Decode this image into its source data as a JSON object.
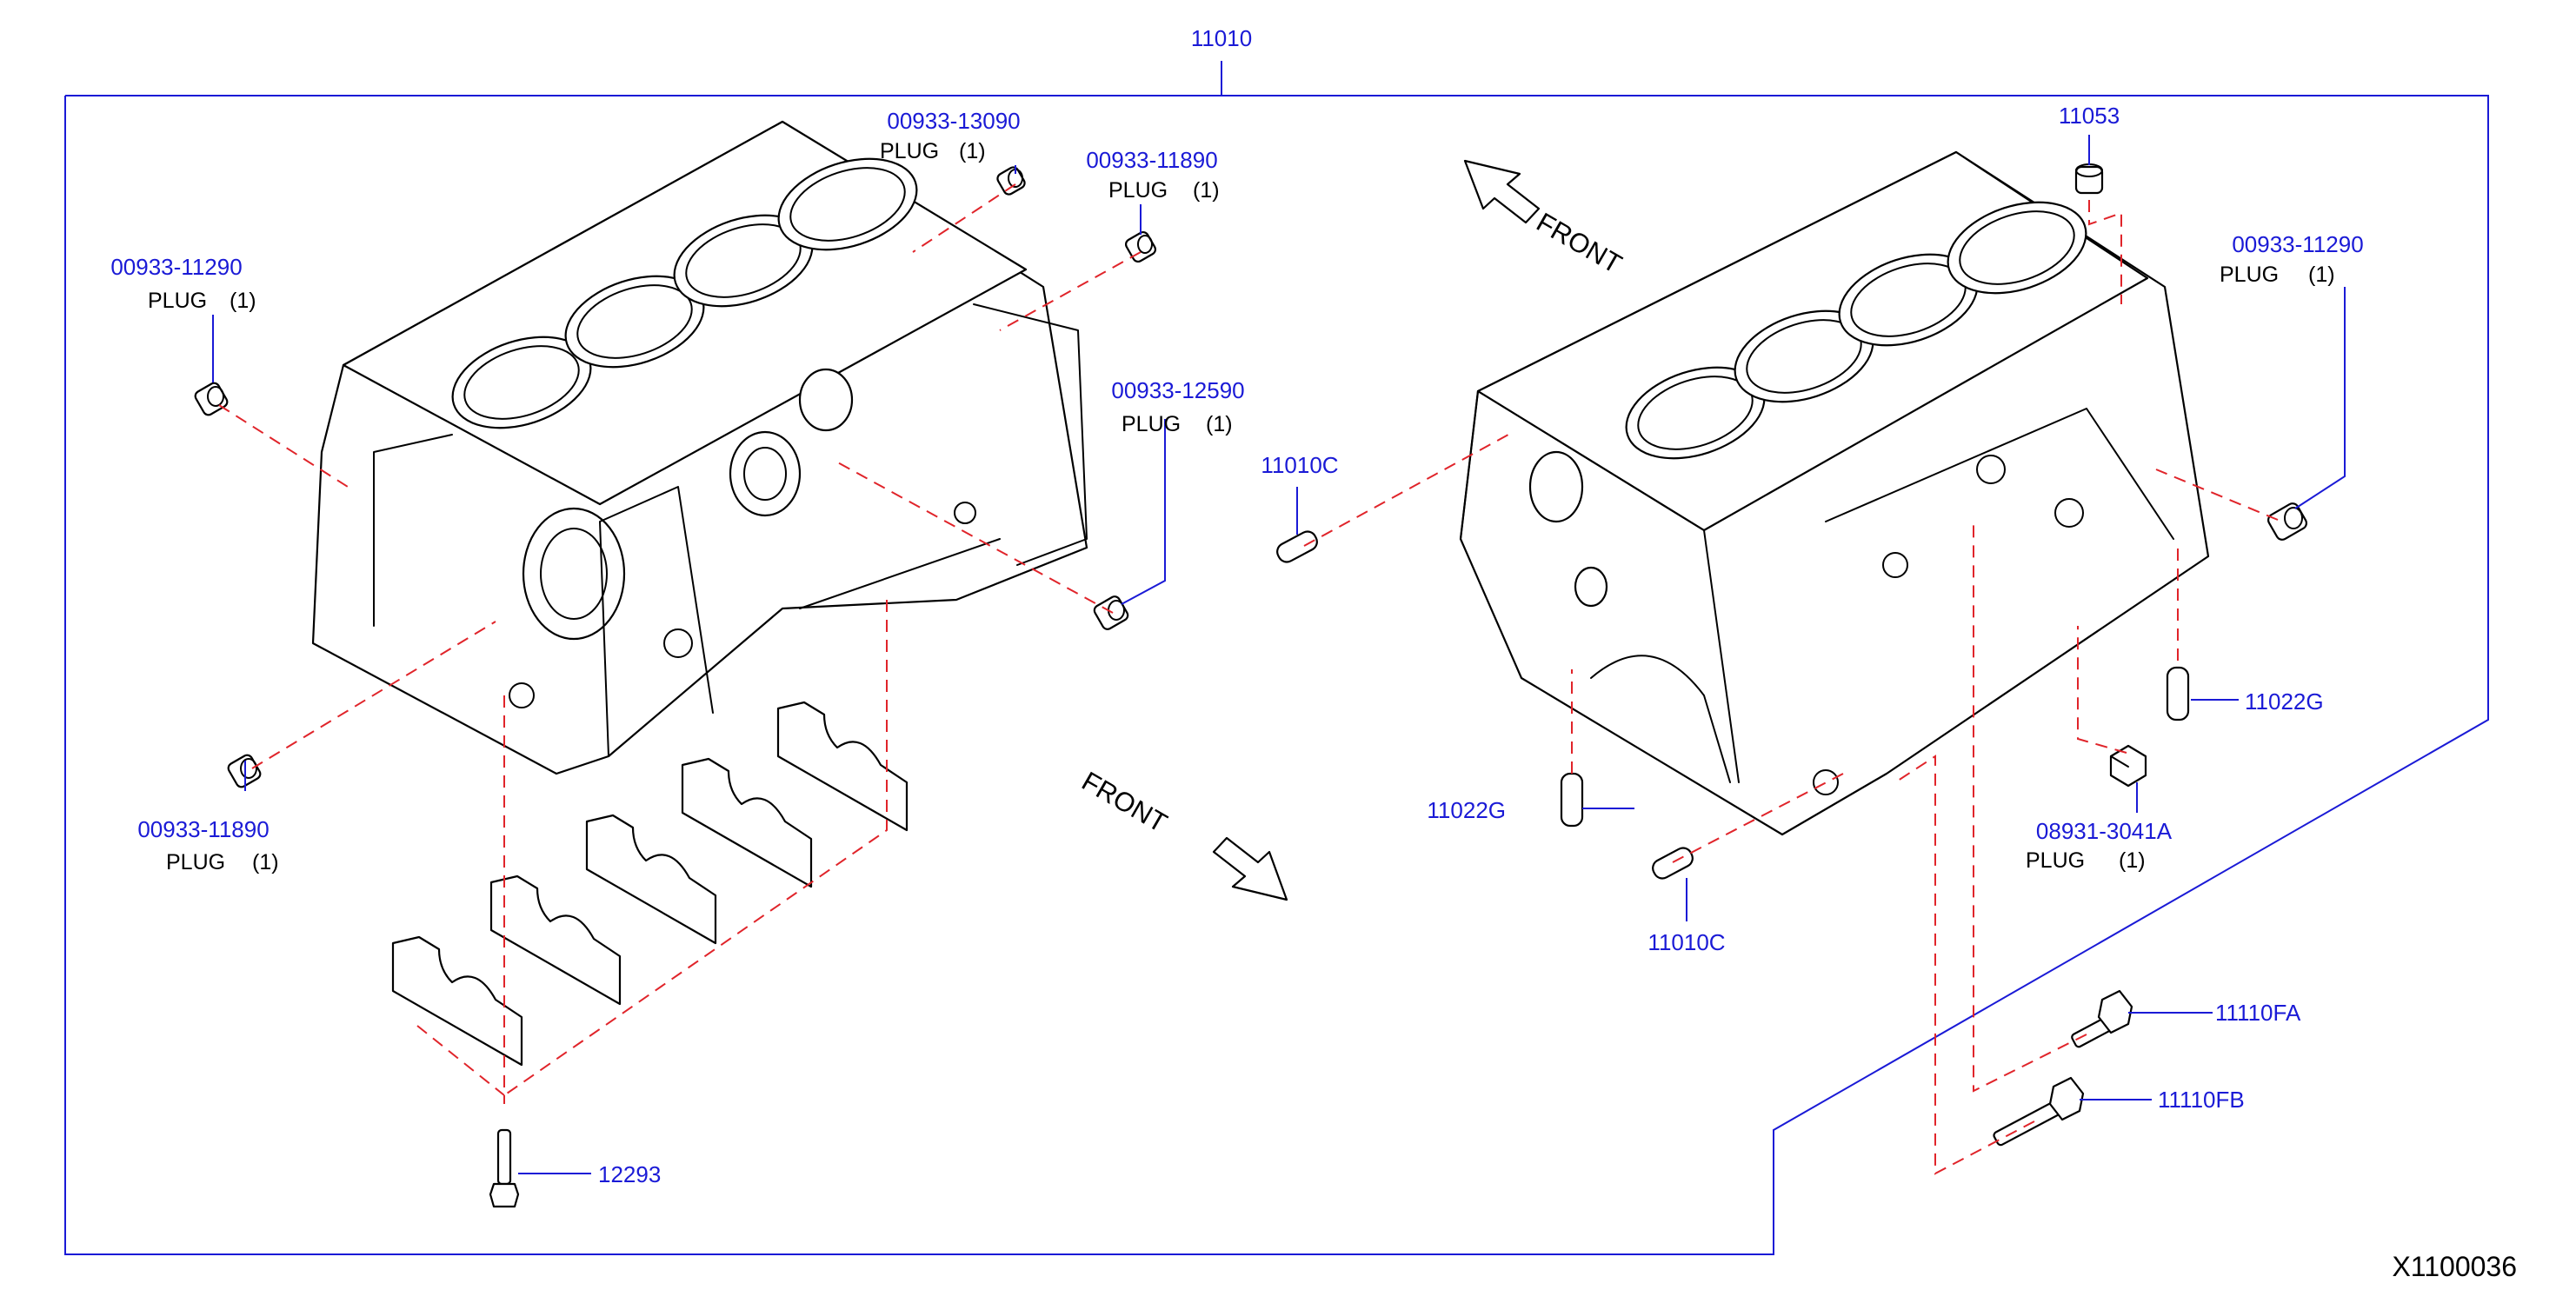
{
  "assembly": {
    "part_number": "11010"
  },
  "illustration_id": "X1100036",
  "front_label_top": "FRONT",
  "front_label_bottom": "FRONT",
  "callouts": {
    "plug_13090": {
      "part": "00933-13090",
      "desc": "PLUG",
      "qty": "(1)"
    },
    "plug_11890_top": {
      "part": "00933-11890",
      "desc": "PLUG",
      "qty": "(1)"
    },
    "plug_11290_left": {
      "part": "00933-11290",
      "desc": "PLUG",
      "qty": "(1)"
    },
    "plug_12590": {
      "part": "00933-12590",
      "desc": "PLUG",
      "qty": "(1)"
    },
    "plug_11890_bottom": {
      "part": "00933-11890",
      "desc": "PLUG",
      "qty": "(1)"
    },
    "pin_11010c_upper": {
      "part": "11010C"
    },
    "pin_11010c_lower": {
      "part": "11010C"
    },
    "cap_11053": {
      "part": "11053"
    },
    "plug_11290_right": {
      "part": "00933-11290",
      "desc": "PLUG",
      "qty": "(1)"
    },
    "dowel_11022g_right": {
      "part": "11022G"
    },
    "dowel_11022g_left": {
      "part": "11022G"
    },
    "plug_3041a": {
      "part": "08931-3041A",
      "desc": "PLUG",
      "qty": "(1)"
    },
    "bolt_11110fa": {
      "part": "11110FA"
    },
    "bolt_11110fb": {
      "part": "11110FB"
    },
    "bolt_12293": {
      "part": "12293"
    }
  }
}
